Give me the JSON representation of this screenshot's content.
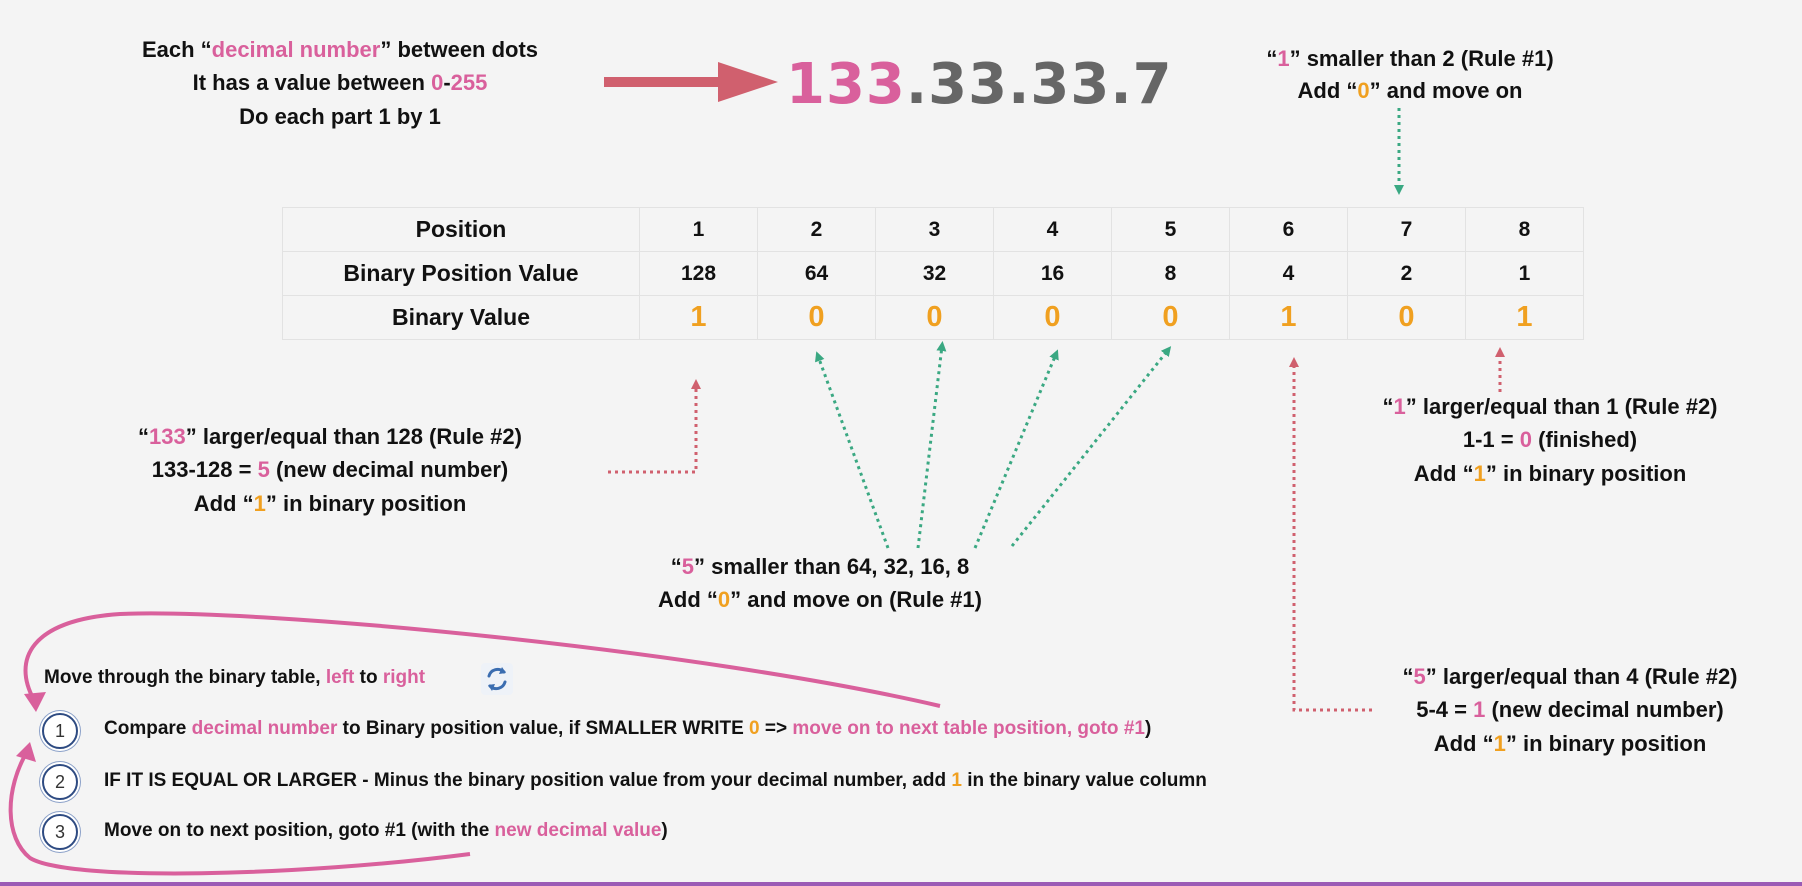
{
  "intro": {
    "line1": [
      "Each “",
      "decimal number",
      "” between dots"
    ],
    "line2": [
      "It has a value between ",
      "0",
      "-",
      "255"
    ],
    "line3": "Do each part 1 by 1"
  },
  "ip_address": {
    "first": "133",
    "rest": ".33.33.7"
  },
  "table": {
    "row_labels": [
      "Position",
      "Binary Position Value",
      "Binary Value"
    ],
    "positions": [
      "1",
      "2",
      "3",
      "4",
      "5",
      "6",
      "7",
      "8"
    ],
    "position_values": [
      "128",
      "64",
      "32",
      "16",
      "8",
      "4",
      "2",
      "1"
    ],
    "binary_values": [
      "1",
      "0",
      "0",
      "0",
      "0",
      "1",
      "0",
      "1"
    ]
  },
  "notes": {
    "pos7": {
      "line1": [
        "“",
        "1",
        "” smaller than 2 (Rule #1)"
      ],
      "line2": [
        "Add “",
        "0",
        "” and move on"
      ]
    },
    "pos1": {
      "line1": [
        "“",
        "133",
        "” larger/equal than 128 (Rule #2)"
      ],
      "line2": [
        "133-128 = ",
        "5",
        " (new decimal number)"
      ],
      "line3": [
        "Add “",
        "1",
        "” in binary position"
      ]
    },
    "pos8": {
      "line1": [
        "“",
        "1",
        "” larger/equal than 1 (Rule #2)"
      ],
      "line2": [
        "1-1 = ",
        "0",
        " (finished)"
      ],
      "line3": [
        "Add “",
        "1",
        "” in binary position"
      ]
    },
    "pos2to5": {
      "line1": [
        "“",
        "5",
        "” smaller than 64, 32, 16, 8"
      ],
      "line2": [
        "Add “",
        "0",
        "” and move on (Rule #1)"
      ]
    },
    "pos6": {
      "line1": [
        "“",
        "5",
        "” larger/equal than 4 (Rule #2)"
      ],
      "line2": [
        "5-4 = ",
        "1",
        " (new decimal number)"
      ],
      "line3": [
        "Add “",
        "1",
        "” in binary position"
      ]
    }
  },
  "procedure": {
    "header": [
      "Move through the binary table, ",
      "left",
      " to ",
      "right"
    ],
    "steps": [
      {
        "num": "1",
        "parts": [
          "Compare ",
          "decimal number ",
          " to Binary position value, if SMALLER WRITE ",
          "0",
          " => ",
          "move on to next table position, goto #1",
          ")"
        ]
      },
      {
        "num": "2",
        "parts": [
          "IF IT IS EQUAL OR LARGER - Minus the binary position value from your decimal number, add ",
          "1",
          " in the binary value column"
        ]
      },
      {
        "num": "3",
        "parts": [
          "Move on to next position, goto #1 (with the ",
          "new decimal value",
          ")"
        ]
      }
    ]
  },
  "colors": {
    "pink": "#d9609c",
    "orange": "#f0a020",
    "teal": "#3aa882",
    "arrow_red": "#d0606e",
    "circle_border": "#2e4b82"
  },
  "icons": [
    "cycle-icon",
    "arrow-right-icon"
  ]
}
